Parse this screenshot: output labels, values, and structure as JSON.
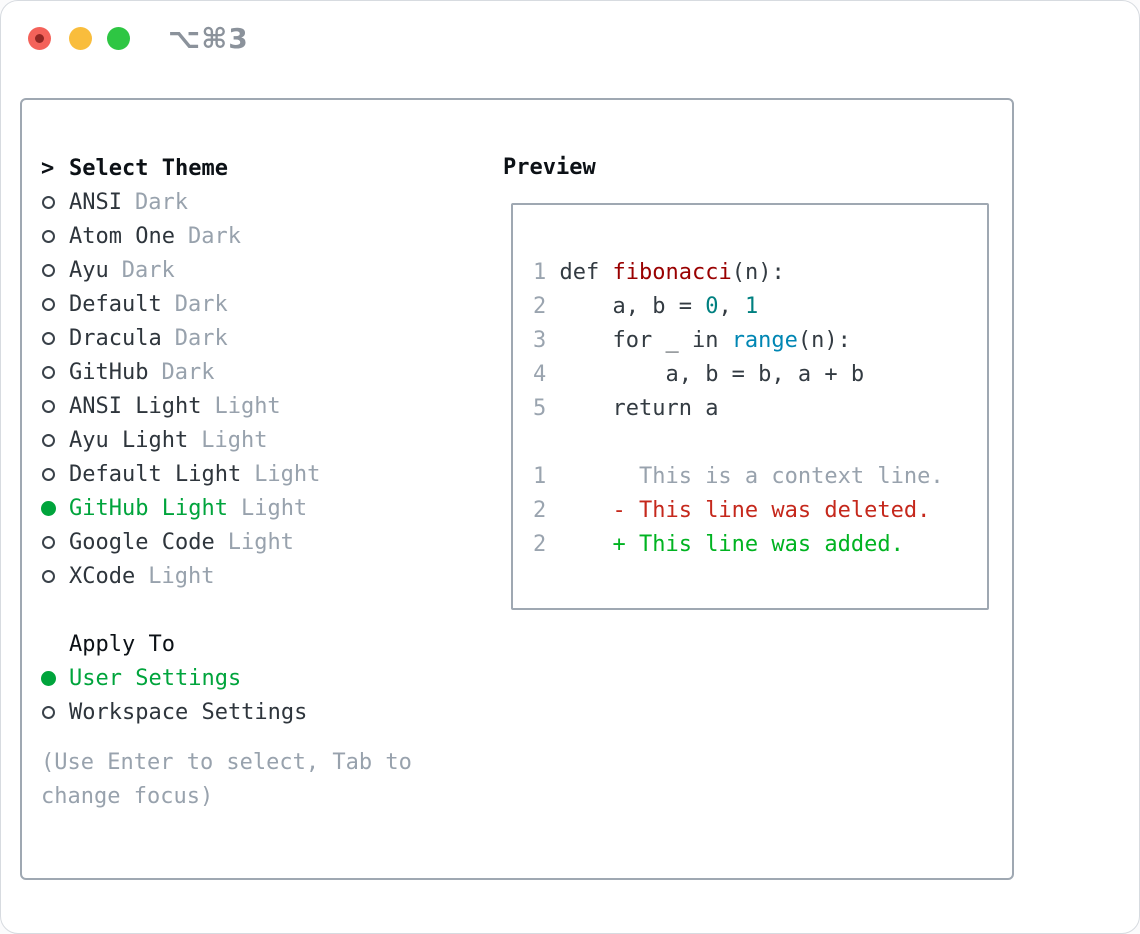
{
  "colors": {
    "text_strong": "#0c1116",
    "text_primary": "#2e353c",
    "text_secondary": "#98a2ad",
    "line_number": "#9aa4af",
    "green_ui": "#00a43c",
    "diff_add": "#00b321",
    "diff_del": "#c5281c",
    "code_text": "#333b42",
    "code_fn": "#990000",
    "code_num": "#008080",
    "code_builtin": "#0086b3",
    "border": "#9fa8b2",
    "titlebar_text": "#8b929b",
    "light_red": "#f4625a",
    "light_yellow": "#f9bd3c",
    "light_green": "#2ec643"
  },
  "window": {
    "title": "⌥⌘3"
  },
  "theme_picker": {
    "header_marker": ">",
    "header_label": "Select Theme",
    "items": [
      {
        "name": "ANSI",
        "variant": "Dark",
        "selected": false
      },
      {
        "name": "Atom One",
        "variant": "Dark",
        "selected": false
      },
      {
        "name": "Ayu",
        "variant": "Dark",
        "selected": false
      },
      {
        "name": "Default",
        "variant": "Dark",
        "selected": false
      },
      {
        "name": "Dracula",
        "variant": "Dark",
        "selected": false
      },
      {
        "name": "GitHub",
        "variant": "Dark",
        "selected": false
      },
      {
        "name": "ANSI Light",
        "variant": "Light",
        "selected": false
      },
      {
        "name": "Ayu Light",
        "variant": "Light",
        "selected": false
      },
      {
        "name": "Default Light",
        "variant": "Light",
        "selected": false
      },
      {
        "name": "GitHub Light",
        "variant": "Light",
        "selected": true
      },
      {
        "name": "Google Code",
        "variant": "Light",
        "selected": false
      },
      {
        "name": "XCode",
        "variant": "Light",
        "selected": false
      }
    ],
    "apply_to_label": "Apply To",
    "apply_options": [
      {
        "name": "User Settings",
        "selected": true
      },
      {
        "name": "Workspace Settings",
        "selected": false
      }
    ],
    "hint": "(Use Enter to select, Tab to change focus)"
  },
  "preview": {
    "label": "Preview",
    "code_lines": [
      [
        [
          "1",
          "ln"
        ],
        [
          " def ",
          "c"
        ],
        [
          "fibonacci",
          "fn"
        ],
        [
          "(n):",
          "c"
        ]
      ],
      [
        [
          "2",
          "ln"
        ],
        [
          "     a, b = ",
          "c"
        ],
        [
          "0",
          "num"
        ],
        [
          ", ",
          "c"
        ],
        [
          "1",
          "num"
        ]
      ],
      [
        [
          "3",
          "ln"
        ],
        [
          "     for _ in ",
          "c"
        ],
        [
          "range",
          "bi"
        ],
        [
          "(n):",
          "c"
        ]
      ],
      [
        [
          "4",
          "ln"
        ],
        [
          "         a, b = b, a + b",
          "c"
        ]
      ],
      [
        [
          "5",
          "ln"
        ],
        [
          "     return a",
          "c"
        ]
      ],
      [],
      [
        [
          "1",
          "ln"
        ],
        [
          "       This is a context line.",
          "ctx"
        ]
      ],
      [
        [
          "2",
          "ln"
        ],
        [
          "     - This line was deleted.",
          "del"
        ]
      ],
      [
        [
          "2",
          "ln"
        ],
        [
          "     + This line was added.",
          "add"
        ]
      ]
    ]
  }
}
